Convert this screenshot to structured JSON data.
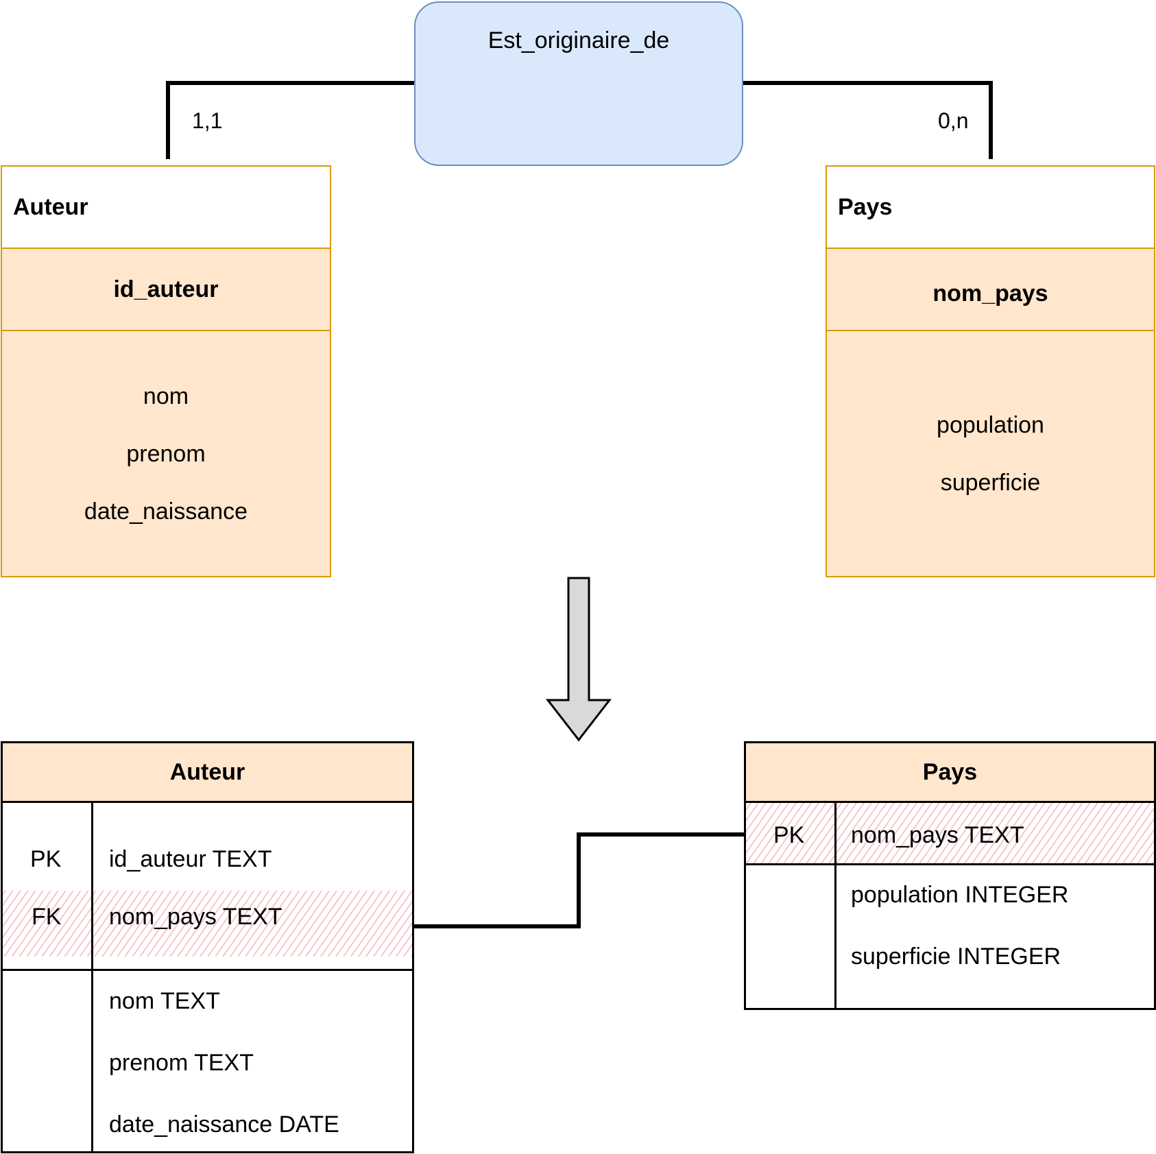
{
  "relationship": {
    "name": "Est_originaire_de",
    "cardinality_left": "1,1",
    "cardinality_right": "0,n"
  },
  "conceptual": {
    "auteur": {
      "title": "Auteur",
      "key": "id_auteur",
      "attributes": [
        "nom",
        "prenom",
        "date_naissance"
      ]
    },
    "pays": {
      "title": "Pays",
      "key": "nom_pays",
      "attributes": [
        "population",
        "superficie"
      ]
    }
  },
  "logical": {
    "auteur": {
      "title": "Auteur",
      "rows": [
        {
          "key": "PK",
          "field": "id_auteur TEXT"
        },
        {
          "key": "FK",
          "field": "nom_pays TEXT"
        },
        {
          "key": "",
          "field": "nom TEXT"
        },
        {
          "key": "",
          "field": "prenom TEXT"
        },
        {
          "key": "",
          "field": "date_naissance DATE"
        }
      ]
    },
    "pays": {
      "title": "Pays",
      "rows": [
        {
          "key": "PK",
          "field": "nom_pays TEXT"
        },
        {
          "key": "",
          "field": "population INTEGER"
        },
        {
          "key": "",
          "field": "superficie INTEGER"
        }
      ]
    }
  },
  "colors": {
    "relationship_fill": "#dae8fc",
    "relationship_border": "#6c8ebf",
    "entity_fill": "#ffe6cc",
    "entity_border": "#d79b00",
    "hatch": "#f096a0",
    "arrow_fill": "#d9d9d9"
  }
}
